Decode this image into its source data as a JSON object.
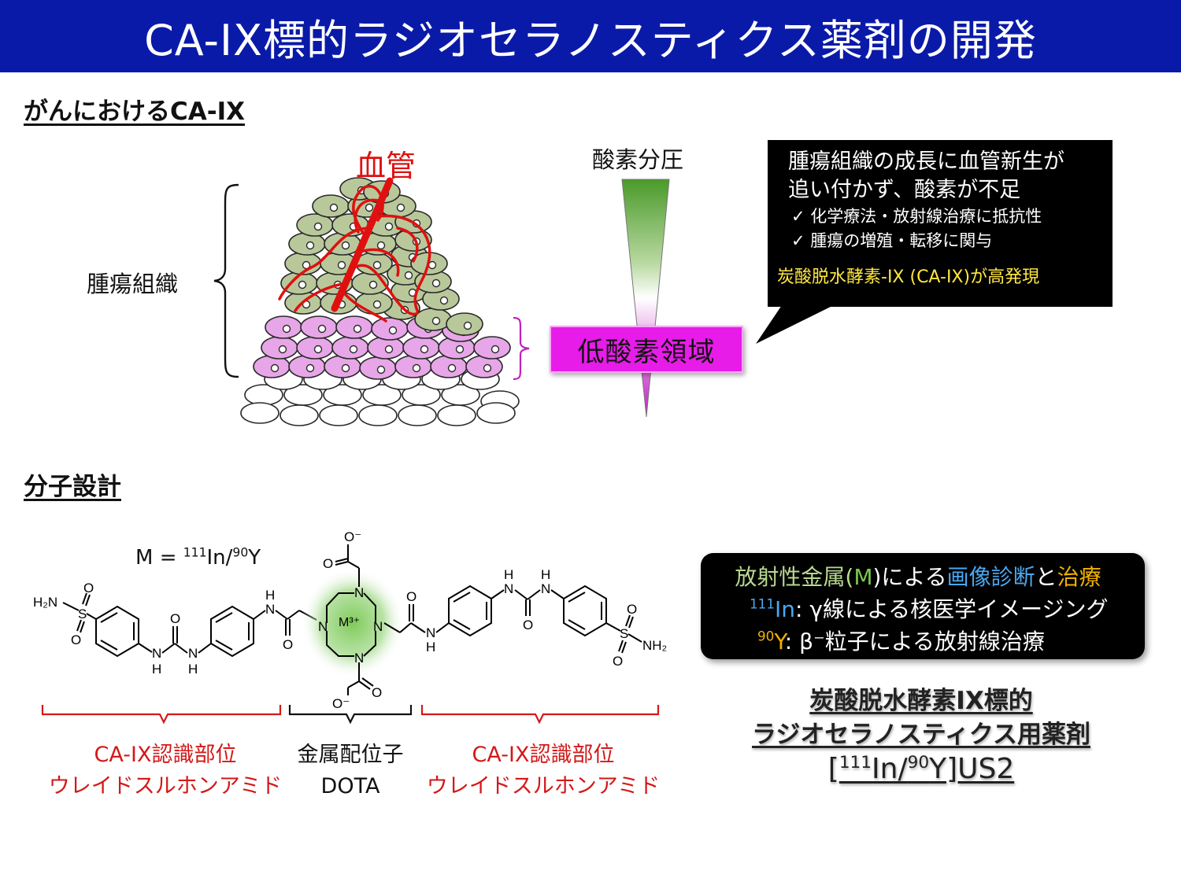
{
  "title": "CA-IX標的ラジオセラノスティクス薬剤の開発",
  "section1": {
    "heading": "がんにおけるCA-IX",
    "blood_vessel_label": "血管",
    "tumor_tissue_label": "腫瘍組織",
    "oxygen_label": "酸素分圧",
    "hypoxia_label": "低酸素領域"
  },
  "info_box": {
    "line1": "腫瘍組織の成長に血管新生が",
    "line2": "追い付かず、酸素が不足",
    "bullet1": "✓ 化学療法・放射線治療に抵抗性",
    "bullet2": "✓ 腫瘍の増殖・転移に関与",
    "highlight": "炭酸脱水酵素-IX (CA-IX)が高発現"
  },
  "section2": {
    "heading": "分子設計",
    "metal_label_prefix": "M = ",
    "metal_label_in_sup": "111",
    "metal_label_in": "In/",
    "metal_label_y_sup": "90",
    "metal_label_y": "Y"
  },
  "structure": {
    "h2n": "H₂N",
    "s": "S",
    "o": "O",
    "n": "N",
    "h": "H",
    "nh2": "NH₂",
    "o_minus": "O⁻",
    "metal_center": "M³⁺"
  },
  "brackets": {
    "left_line1": "CA-IX認識部位",
    "left_line2": "ウレイドスルホンアミド",
    "middle_line1": "金属配位子",
    "middle_line2": "DOTA",
    "right_line1": "CA-IX認識部位",
    "right_line2": "ウレイドスルホンアミド"
  },
  "metal_box": {
    "t1": "放射性金属(",
    "t2": "M",
    "t3": ")による",
    "t4": "画像診断",
    "t5": "と",
    "t6": "治療",
    "in_sup": "111",
    "in_label": "In",
    "in_text": ":  γ線による核医学イメージング",
    "y_sup": "90",
    "y_label": "Y",
    "y_text": ":  β⁻粒子による放射線治療"
  },
  "agent": {
    "line1": "炭酸脱水酵素IX標的",
    "line2": "ラジオセラノスティクス用薬剤",
    "line3_open": "[",
    "line3_sup1": "111",
    "line3_in": "In/",
    "line3_sup2": "90",
    "line3_rest": "Y]US2"
  },
  "colors": {
    "title_bg": "#0a1aa8",
    "blood_red": "#e01010",
    "hypoxia_magenta": "#e71ce8",
    "cell_green": "#b9c89a",
    "cell_pink": "#e7a6e7",
    "label_red": "#d41818",
    "m_green": "#78c850",
    "diagnosis_blue": "#4aa8f0",
    "therapy_gold": "#f0b000",
    "yellow": "#ffe840"
  }
}
